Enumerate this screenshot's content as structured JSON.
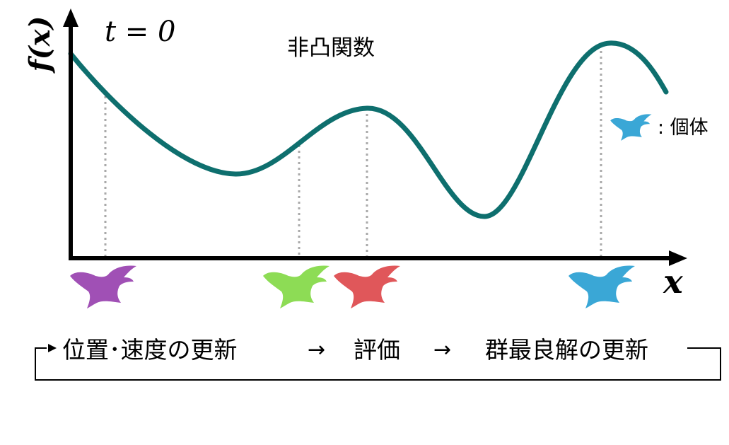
{
  "time_label": "t = 0",
  "y_axis_label": "f(x)",
  "x_axis_label": "x",
  "function_title": "非凸関数",
  "legend": {
    "icon": "bird-icon",
    "label": ": 個体"
  },
  "curve_color": "#0e6f6e",
  "individuals": [
    {
      "icon": "bird-icon",
      "color": "#a050b5"
    },
    {
      "icon": "bird-icon",
      "color": "#8ddc55"
    },
    {
      "icon": "bird-icon",
      "color": "#e0575a"
    },
    {
      "icon": "bird-icon",
      "color": "#3aa7d6"
    }
  ],
  "cycle": {
    "step1": "位置･速度の更新",
    "arrow1": "→",
    "step2": "評価",
    "arrow2": "→",
    "step3": "群最良解の更新"
  }
}
